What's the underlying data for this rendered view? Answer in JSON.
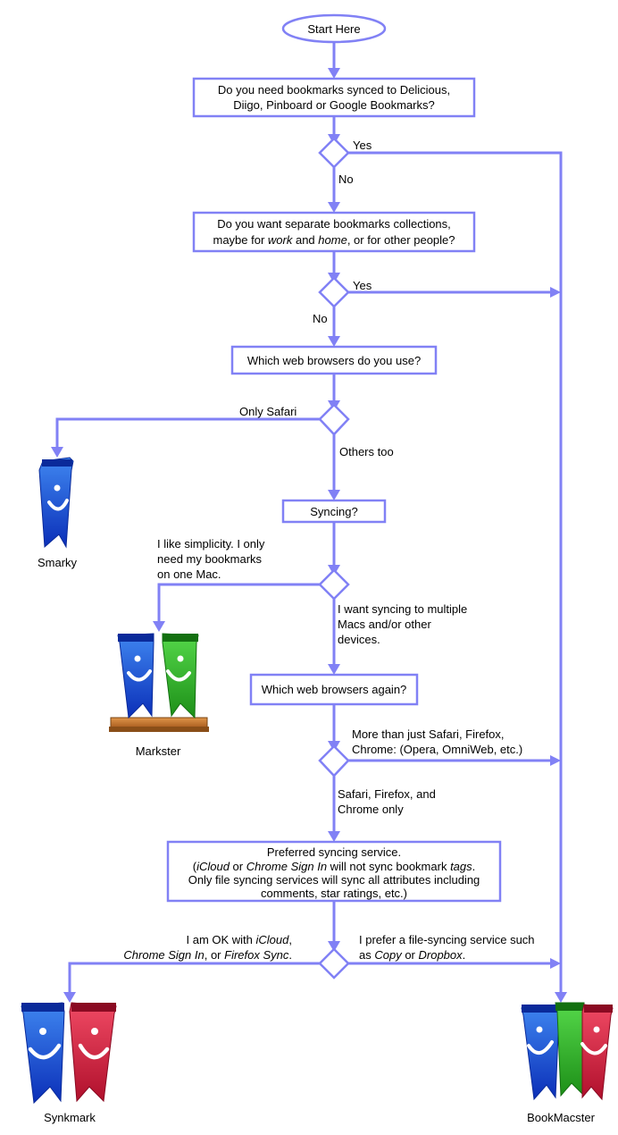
{
  "start": "Start Here",
  "questions": {
    "q1": [
      "Do you need bookmarks synced to Delicious,",
      "Diigo, Pinboard or Google Bookmarks?"
    ],
    "q2": {
      "line1": "Do you want separate bookmarks collections,",
      "line2_parts": [
        "maybe for ",
        "work",
        " and ",
        "home",
        ", or for other people?"
      ]
    },
    "q3": "Which web browsers do you use?",
    "q4": "Syncing?",
    "q5": "Which web browsers again?",
    "q6": {
      "line1": "Preferred syncing service.",
      "line2_parts": [
        "(",
        "iCloud",
        " or ",
        "Chrome Sign In",
        " will not sync bookmark ",
        "tags",
        "."
      ],
      "line3": "Only file syncing services will sync all attributes including",
      "line4": "comments, star ratings, etc.)"
    }
  },
  "labels": {
    "yes": "Yes",
    "no": "No",
    "only_safari": "Only Safari",
    "others_too": "Others too",
    "simplicity": [
      "I like simplicity.  I only",
      "need my bookmarks",
      "on one Mac."
    ],
    "multi": [
      "I want syncing to multiple",
      "Macs and/or other",
      "devices."
    ],
    "more_browsers": [
      "More than just Safari, Firefox,",
      "Chrome: (Opera, OmniWeb, etc.)"
    ],
    "safari_ff_chrome": [
      "Safari, Firefox, and",
      "Chrome only"
    ],
    "ok_icloud": {
      "l1_parts": [
        "I am OK with ",
        "iCloud",
        ","
      ],
      "l2_parts": [
        "Chrome Sign In",
        ", or ",
        "Firefox Sync",
        "."
      ]
    },
    "prefer_file": {
      "l1": "I prefer a file-syncing service such",
      "l2_parts": [
        "as ",
        "Copy",
        " or ",
        "Dropbox",
        "."
      ]
    }
  },
  "apps": {
    "smarky": "Smarky",
    "markster": "Markster",
    "synkmark": "Synkmark",
    "bookmacster": "BookMacster"
  },
  "colors": {
    "line": "#8181f5",
    "blue": "#1f52d6",
    "green": "#2fb52a",
    "red": "#d8203f",
    "wood": "#c8782e"
  }
}
